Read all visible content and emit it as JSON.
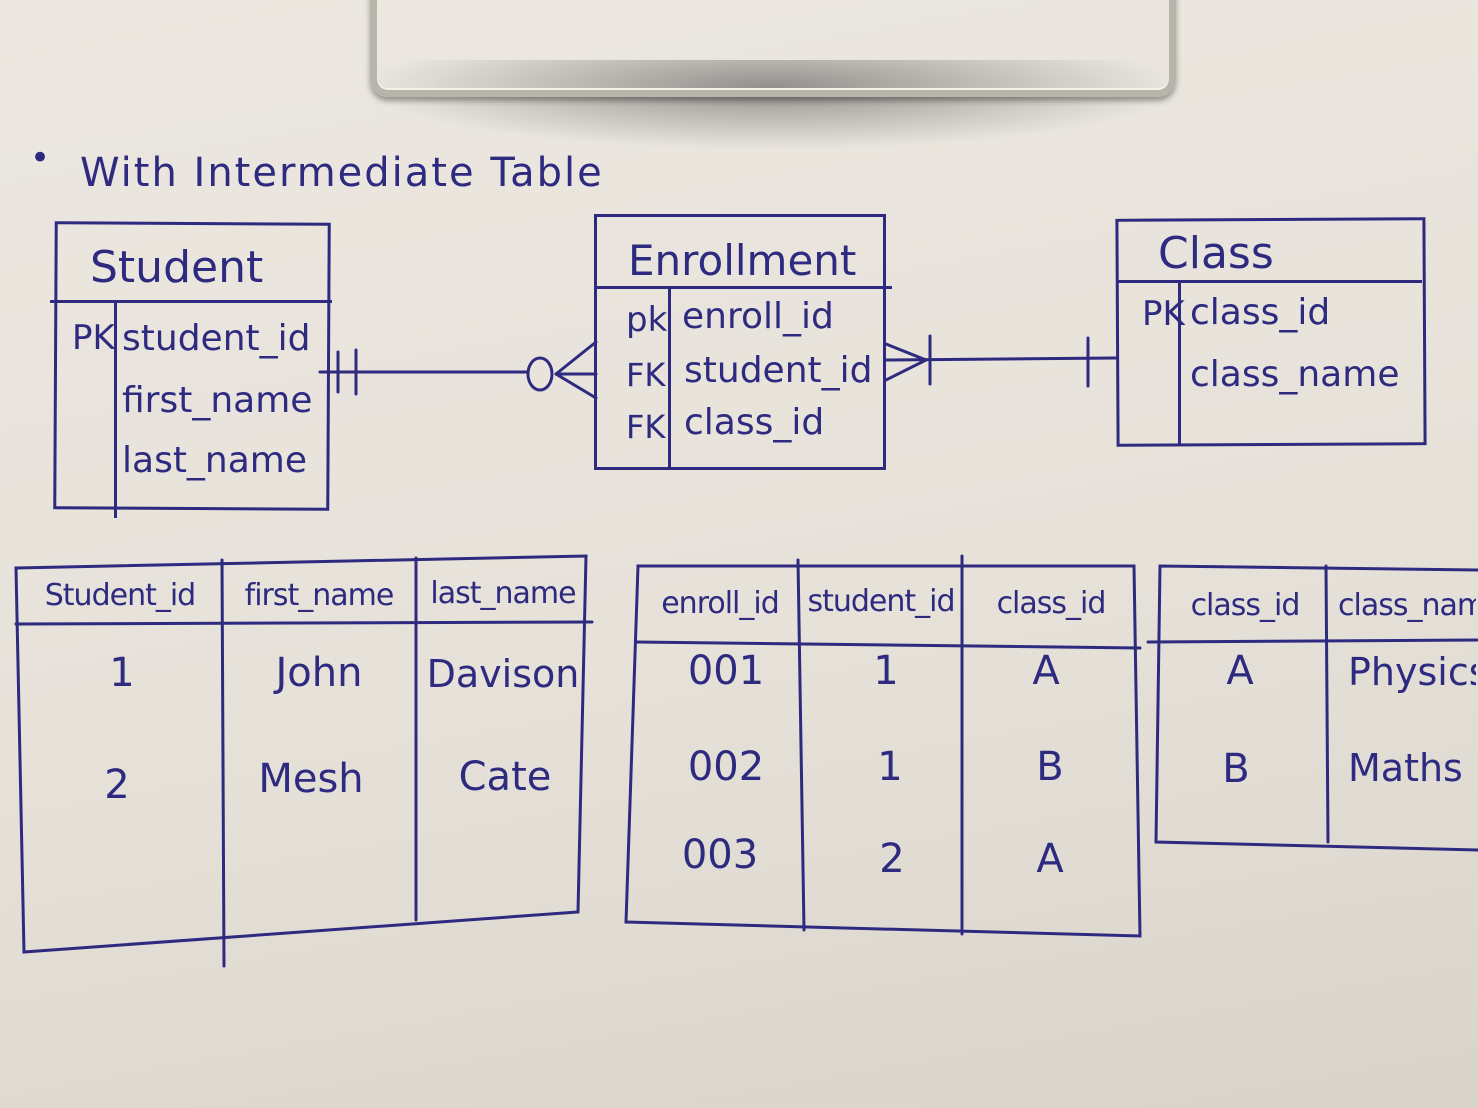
{
  "heading": "With Intermediate Table",
  "bullet": "•",
  "entities": {
    "student": {
      "name": "Student",
      "key_labels": [
        "PK"
      ],
      "fields": [
        "student_id",
        "first_name",
        "last_name"
      ]
    },
    "enrollment": {
      "name": "Enrollment",
      "key_labels": [
        "pk",
        "FK",
        "FK"
      ],
      "fields": [
        "enroll_id",
        "student_id",
        "class_id"
      ]
    },
    "class": {
      "name": "Class",
      "key_labels": [
        "PK"
      ],
      "fields": [
        "class_id",
        "class_name"
      ]
    }
  },
  "tables": {
    "student": {
      "headers": [
        "Student_id",
        "first_name",
        "last_name"
      ],
      "rows": [
        [
          "1",
          "John",
          "Davison"
        ],
        [
          "2",
          "Mesh",
          "Cate"
        ]
      ]
    },
    "enrollment": {
      "headers": [
        "enroll_id",
        "student_id",
        "class_id"
      ],
      "rows": [
        [
          "001",
          "1",
          "A"
        ],
        [
          "002",
          "1",
          "B"
        ],
        [
          "003",
          "2",
          "A"
        ]
      ]
    },
    "class": {
      "headers": [
        "class_id",
        "class_nam"
      ],
      "rows": [
        [
          "A",
          "Physics"
        ],
        [
          "B",
          "Maths"
        ]
      ]
    }
  }
}
